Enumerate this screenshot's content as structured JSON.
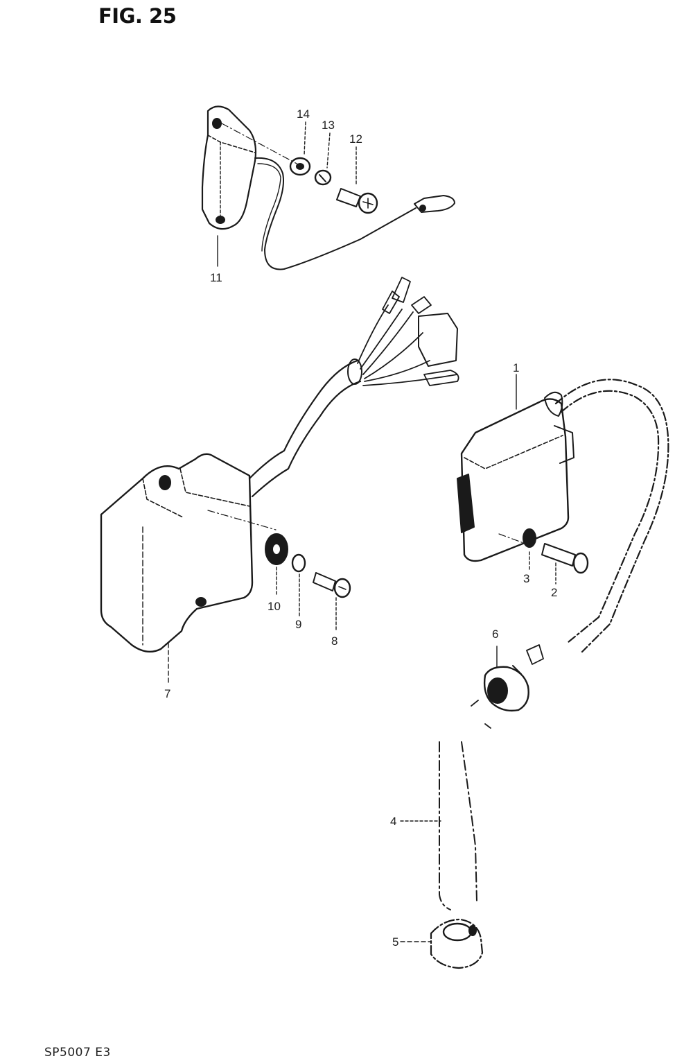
{
  "figure": {
    "title": "FIG. 25",
    "code": "SP5007 E3"
  },
  "part_labels": [
    {
      "id": "p1",
      "text": "1"
    },
    {
      "id": "p2",
      "text": "2"
    },
    {
      "id": "p3",
      "text": "3"
    },
    {
      "id": "p4",
      "text": "4"
    },
    {
      "id": "p5",
      "text": "5"
    },
    {
      "id": "p6",
      "text": "6"
    },
    {
      "id": "p7",
      "text": "7"
    },
    {
      "id": "p8",
      "text": "8"
    },
    {
      "id": "p9",
      "text": "9"
    },
    {
      "id": "p10",
      "text": "10"
    },
    {
      "id": "p11",
      "text": "11"
    },
    {
      "id": "p12",
      "text": "12"
    },
    {
      "id": "p13",
      "text": "13"
    },
    {
      "id": "p14",
      "text": "14"
    }
  ],
  "colors": {
    "ink": "#1a1a1a",
    "paper": "#ffffff"
  }
}
